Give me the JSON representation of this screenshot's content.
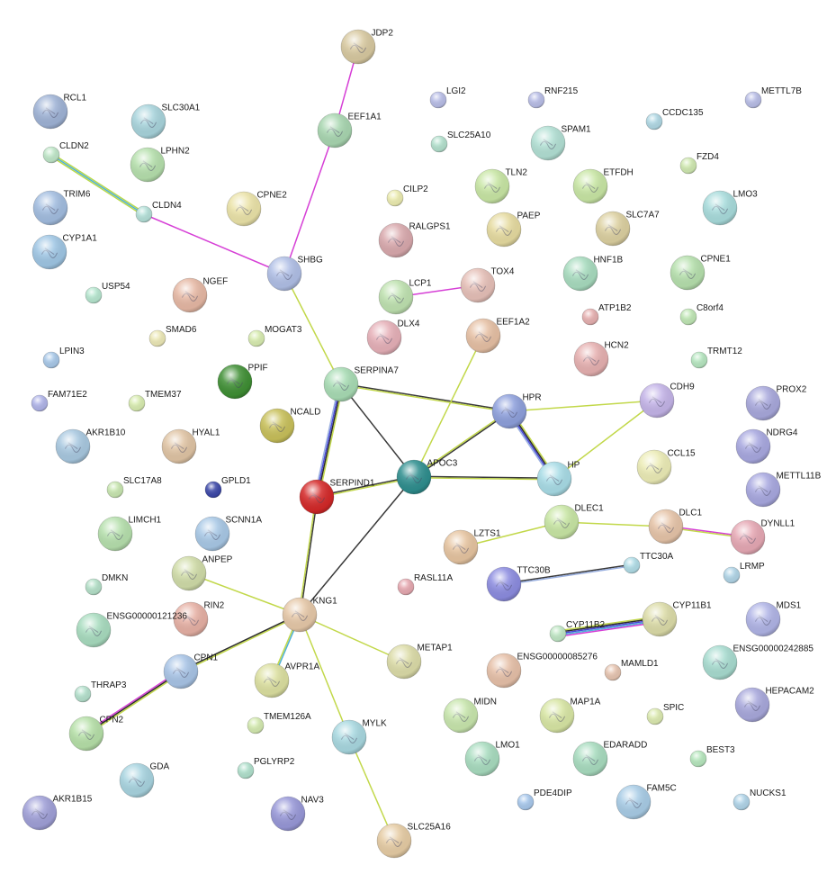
{
  "network": {
    "nodes": [
      {
        "id": "JDP2",
        "color": "#d8c9a0"
      },
      {
        "id": "RCL1",
        "color": "#9fb3d6"
      },
      {
        "id": "SLC30A1",
        "color": "#a8d4dc"
      },
      {
        "id": "LGI2",
        "color": "#b8bde6"
      },
      {
        "id": "RNF215",
        "color": "#b8bde6"
      },
      {
        "id": "METTL7B",
        "color": "#b8bde6"
      },
      {
        "id": "EEF1A1",
        "color": "#a8d6b0"
      },
      {
        "id": "CCDC135",
        "color": "#b0d8e4"
      },
      {
        "id": "CLDN2",
        "color": "#bfe6c8"
      },
      {
        "id": "LPHN2",
        "color": "#b6e0ad"
      },
      {
        "id": "SLC25A10",
        "color": "#b3e0cd"
      },
      {
        "id": "SPAM1",
        "color": "#b2e0d4"
      },
      {
        "id": "FZD4",
        "color": "#cfe8b0"
      },
      {
        "id": "TRIM6",
        "color": "#a2bde0"
      },
      {
        "id": "CLDN4",
        "color": "#b4e0d8"
      },
      {
        "id": "CPNE2",
        "color": "#ebe3a8"
      },
      {
        "id": "CILP2",
        "color": "#ecec b0"
      },
      {
        "id": "TLN2",
        "color": "#c8e6a4"
      },
      {
        "id": "ETFDH",
        "color": "#c8e6a4"
      },
      {
        "id": "LMO3",
        "color": "#a8dcdc"
      },
      {
        "id": "CYP1A1",
        "color": "#9fc6e4"
      },
      {
        "id": "RALGPS1",
        "color": "#d9a9ad"
      },
      {
        "id": "PAEP",
        "color": "#e6dba0"
      },
      {
        "id": "SLC7A7",
        "color": "#dcd0a0"
      },
      {
        "id": "SHBG",
        "color": "#b0bfe6"
      },
      {
        "id": "HNF1B",
        "color": "#a8dcbf"
      },
      {
        "id": "CPNE1",
        "color": "#b6e0ad"
      },
      {
        "id": "USP54",
        "color": "#b6e6cf"
      },
      {
        "id": "NGEF",
        "color": "#e6b8a4"
      },
      {
        "id": "LCP1",
        "color": "#bfe2b0"
      },
      {
        "id": "TOX4",
        "color": "#e6c0b8"
      },
      {
        "id": "SMAD6",
        "color": "#ece8b6"
      },
      {
        "id": "ATP1B2",
        "color": "#e6b0b0"
      },
      {
        "id": "C8orf4",
        "color": "#bfe6b4"
      },
      {
        "id": "MOGAT3",
        "color": "#d8ecb0"
      },
      {
        "id": "DLX4",
        "color": "#e6b0b8"
      },
      {
        "id": "EEF1A2",
        "color": "#e6c0a4"
      },
      {
        "id": "HCN2",
        "color": "#e6b0b0"
      },
      {
        "id": "LPIN3",
        "color": "#a8c8e8"
      },
      {
        "id": "TRMT12",
        "color": "#b6e6c0"
      },
      {
        "id": "PPIF",
        "color": "#3f8f34"
      },
      {
        "id": "SERPINA7",
        "color": "#a8dcb4"
      },
      {
        "id": "FAM71E2",
        "color": "#b0b4e8"
      },
      {
        "id": "TMEM37",
        "color": "#d8ecb0"
      },
      {
        "id": "CDH9",
        "color": "#c4b4e8"
      },
      {
        "id": "PROX2",
        "color": "#a8a8dc"
      },
      {
        "id": "HPR",
        "color": "#8ea0dc"
      },
      {
        "id": "NCALD",
        "color": "#c8c05a"
      },
      {
        "id": "AKR1B10",
        "color": "#a8c8e0"
      },
      {
        "id": "HYAL1",
        "color": "#e0c4a4"
      },
      {
        "id": "NDRG4",
        "color": "#a8a8e0"
      },
      {
        "id": "APOC3",
        "color": "#2e8e8e"
      },
      {
        "id": "CCL15",
        "color": "#ececb6"
      },
      {
        "id": "SLC17A8",
        "color": "#c8e6b0"
      },
      {
        "id": "GPLD1",
        "color": "#3c48a8"
      },
      {
        "id": "SERPIND1",
        "color": "#d42828"
      },
      {
        "id": "HP",
        "color": "#a8dce6"
      },
      {
        "id": "METTL11B",
        "color": "#a8a8e0"
      },
      {
        "id": "DLEC1",
        "color": "#c8e6a4"
      },
      {
        "id": "LIMCH1",
        "color": "#b6e0ad"
      },
      {
        "id": "SCNN1A",
        "color": "#a8c8e6"
      },
      {
        "id": "LZTS1",
        "color": "#e6c4a0"
      },
      {
        "id": "DLC1",
        "color": "#e6c4a8"
      },
      {
        "id": "DYNLL1",
        "color": "#e6a8b4"
      },
      {
        "id": "ANPEP",
        "color": "#d0dca8"
      },
      {
        "id": "RASL11A",
        "color": "#e6a8b0"
      },
      {
        "id": "TTC30B",
        "color": "#8c8ce0"
      },
      {
        "id": "TTC30A",
        "color": "#b0dce6"
      },
      {
        "id": "LRMP",
        "color": "#b0d4e6"
      },
      {
        "id": "DMKN",
        "color": "#b4e0c8"
      },
      {
        "id": "RIN2",
        "color": "#e6b0a4"
      },
      {
        "id": "KNG1",
        "color": "#e6c8a8"
      },
      {
        "id": "ENSG00000121236",
        "color": "#a8dcbf"
      },
      {
        "id": "CYP11B1",
        "color": "#dcdca8"
      },
      {
        "id": "MDS1",
        "color": "#b0b4e6"
      },
      {
        "id": "CYP11B2",
        "color": "#bfe6c4"
      },
      {
        "id": "METAP1",
        "color": "#dcdca8"
      },
      {
        "id": "ENSG00000085276",
        "color": "#e6c0a8"
      },
      {
        "id": "CPN1",
        "color": "#a8c4e6"
      },
      {
        "id": "AVPR1A",
        "color": "#dce0a0"
      },
      {
        "id": "MAMLD1",
        "color": "#e6c4b0"
      },
      {
        "id": "ENSG00000242885",
        "color": "#a8dcd0"
      },
      {
        "id": "THRAP3",
        "color": "#b4e0cc"
      },
      {
        "id": "MIDN",
        "color": "#c8e6ad"
      },
      {
        "id": "MAP1A",
        "color": "#d8e6a4"
      },
      {
        "id": "HEPACAM2",
        "color": "#a8a8dc"
      },
      {
        "id": "CPN2",
        "color": "#b6e0a8"
      },
      {
        "id": "TMEM126A",
        "color": "#d4eab0"
      },
      {
        "id": "MYLK",
        "color": "#a8d8e0"
      },
      {
        "id": "SPIC",
        "color": "#dceab0"
      },
      {
        "id": "LMO1",
        "color": "#a8dcbf"
      },
      {
        "id": "EDARADD",
        "color": "#a8dcbf"
      },
      {
        "id": "BEST3",
        "color": "#b6e6bd"
      },
      {
        "id": "GDA",
        "color": "#a8d4e0"
      },
      {
        "id": "PGLYRP2",
        "color": "#b0e0cc"
      },
      {
        "id": "FAM5C",
        "color": "#a8cce6"
      },
      {
        "id": "PDE4DIP",
        "color": "#a8c8ec"
      },
      {
        "id": "NUCKS1",
        "color": "#b0d4e8"
      },
      {
        "id": "AKR1B15",
        "color": "#a0a0d8"
      },
      {
        "id": "NAV3",
        "color": "#9898d8"
      },
      {
        "id": "SLC25A16",
        "color": "#e6cca4"
      }
    ],
    "edges": [
      {
        "source": "JDP2",
        "target": "EEF1A1",
        "colors": [
          "#d63fd6"
        ]
      },
      {
        "source": "EEF1A1",
        "target": "SHBG",
        "colors": [
          "#d63fd6"
        ]
      },
      {
        "source": "CLDN2",
        "target": "CLDN4",
        "colors": [
          "#b8d84a",
          "#4fb0d8",
          "#b8d84a"
        ]
      },
      {
        "source": "CLDN4",
        "target": "SHBG",
        "colors": [
          "#d63fd6"
        ]
      },
      {
        "source": "SHBG",
        "target": "SERPINA7",
        "colors": [
          "#c2d84a"
        ]
      },
      {
        "source": "LCP1",
        "target": "TOX4",
        "colors": [
          "#d63fd6"
        ]
      },
      {
        "source": "SERPINA7",
        "target": "SERPIND1",
        "colors": [
          "#c2d84a",
          "#2b2b2b",
          "#4848d8",
          "#9ab0e0"
        ]
      },
      {
        "source": "SERPINA7",
        "target": "APOC3",
        "colors": [
          "#3a3a3a"
        ]
      },
      {
        "source": "SERPINA7",
        "target": "HPR",
        "colors": [
          "#3a3a3a",
          "#c2d84a"
        ]
      },
      {
        "source": "EEF1A2",
        "target": "APOC3",
        "colors": [
          "#c2d84a"
        ]
      },
      {
        "source": "HPR",
        "target": "APOC3",
        "colors": [
          "#3a3a3a",
          "#c2d84a"
        ]
      },
      {
        "source": "HPR",
        "target": "HP",
        "colors": [
          "#c2d84a",
          "#2b2b2b",
          "#4848d8",
          "#9ab0e0"
        ]
      },
      {
        "source": "HPR",
        "target": "CDH9",
        "colors": [
          "#c2d84a"
        ]
      },
      {
        "source": "CDH9",
        "target": "HP",
        "colors": [
          "#c2d84a"
        ]
      },
      {
        "source": "APOC3",
        "target": "HP",
        "colors": [
          "#3a3a3a",
          "#c2d84a"
        ]
      },
      {
        "source": "SERPIND1",
        "target": "APOC3",
        "colors": [
          "#3a3a3a",
          "#c2d84a"
        ]
      },
      {
        "source": "SERPIND1",
        "target": "KNG1",
        "colors": [
          "#3a3a3a",
          "#c2d84a"
        ]
      },
      {
        "source": "APOC3",
        "target": "KNG1",
        "colors": [
          "#3a3a3a"
        ]
      },
      {
        "source": "DLEC1",
        "target": "LZTS1",
        "colors": [
          "#c2d84a"
        ]
      },
      {
        "source": "DLEC1",
        "target": "DLC1",
        "colors": [
          "#c2d84a"
        ]
      },
      {
        "source": "DLC1",
        "target": "DYNLL1",
        "colors": [
          "#d63fd6",
          "#c2d84a"
        ]
      },
      {
        "source": "TTC30B",
        "target": "TTC30A",
        "colors": [
          "#3a3a3a",
          "#9ab0e0"
        ]
      },
      {
        "source": "CYP11B2",
        "target": "CYP11B1",
        "colors": [
          "#c2d84a",
          "#2b2b2b",
          "#4848d8",
          "#4fb0d8",
          "#d63fd6"
        ]
      },
      {
        "source": "ANPEP",
        "target": "KNG1",
        "colors": [
          "#c2d84a"
        ]
      },
      {
        "source": "KNG1",
        "target": "METAP1",
        "colors": [
          "#c2d84a"
        ]
      },
      {
        "source": "KNG1",
        "target": "CPN1",
        "colors": [
          "#c2d84a",
          "#2b2b2b"
        ]
      },
      {
        "source": "KNG1",
        "target": "AVPR1A",
        "colors": [
          "#4fb0d8",
          "#c2d84a"
        ]
      },
      {
        "source": "KNG1",
        "target": "MYLK",
        "colors": [
          "#c2d84a"
        ]
      },
      {
        "source": "MYLK",
        "target": "SLC25A16",
        "colors": [
          "#c2d84a"
        ]
      },
      {
        "source": "CPN1",
        "target": "CPN2",
        "colors": [
          "#c2d84a",
          "#2b2b2b",
          "#d63fd6"
        ]
      }
    ]
  }
}
